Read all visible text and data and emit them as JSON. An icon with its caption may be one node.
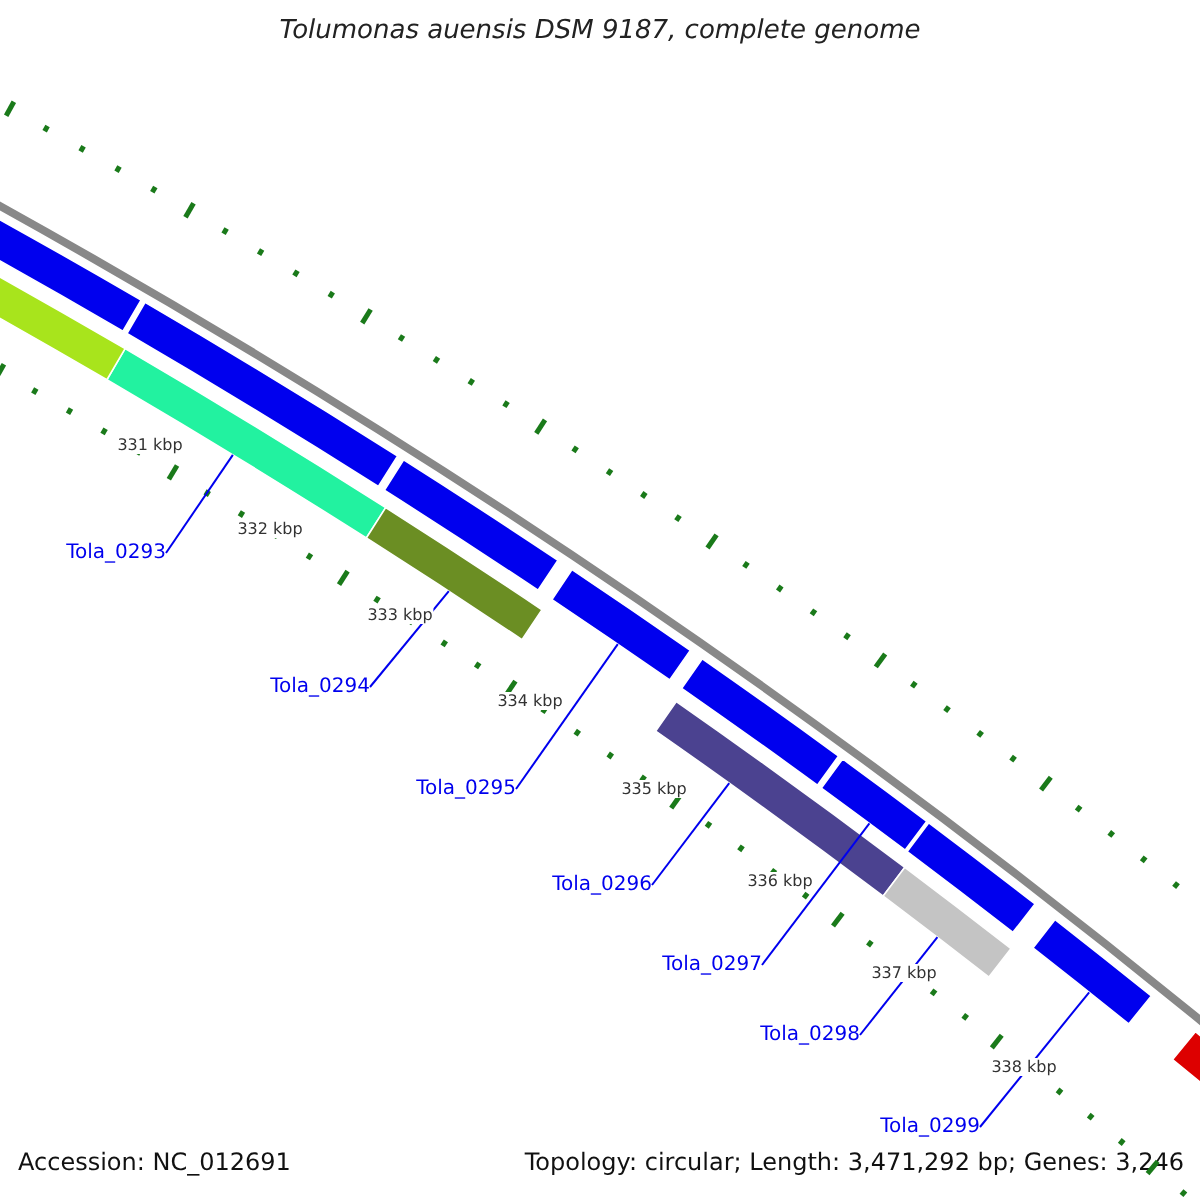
{
  "diagram": {
    "title": "Tolumonas auensis DSM 9187, complete genome",
    "nodes": [
      {
        "text": [
          "Tola_0293"
        ]
      },
      {
        "text": [
          "Tola_0294"
        ]
      },
      {
        "text": [
          "Tola_0295"
        ]
      },
      {
        "text": [
          "Tola_0296"
        ]
      },
      {
        "text": [
          "Tola_0297"
        ]
      },
      {
        "text": [
          "Tola_0298"
        ]
      },
      {
        "text": [
          "Tola_0299"
        ]
      },
      {
        "text": [],
        "shape": "bar"
      },
      {
        "text": [],
        "shape": "bar"
      },
      {
        "text": [],
        "shape": "bar"
      },
      {
        "text": [],
        "shape": "bar"
      },
      {
        "text": [],
        "shape": "bar"
      },
      {
        "text": [],
        "shape": "bar"
      },
      {
        "text": [],
        "shape": "bar"
      },
      {
        "text": [],
        "shape": "bar"
      },
      {
        "text": [],
        "shape": "bar"
      },
      {
        "text": [],
        "shape": "bar"
      },
      {
        "text": [],
        "shape": "bar"
      },
      {
        "text": [],
        "shape": "bar"
      },
      {
        "text": [],
        "shape": "bar"
      },
      {
        "text": [],
        "shape": "bar"
      }
    ],
    "edges": [
      {
        "from": 0,
        "to": 7,
        "arrow": "none"
      },
      {
        "from": 1,
        "to": 8,
        "arrow": "none"
      },
      {
        "from": 2,
        "to": 9,
        "arrow": "none"
      },
      {
        "from": 3,
        "to": 10,
        "arrow": "none"
      },
      {
        "from": 4,
        "to": 11,
        "arrow": "none"
      },
      {
        "from": 5,
        "to": 12,
        "arrow": "none"
      },
      {
        "from": 6,
        "to": 13,
        "arrow": "none"
      }
    ],
    "labels": [
      "331 kbp",
      "332 kbp",
      "333 kbp",
      "334 kbp",
      "335 kbp",
      "336 kbp",
      "337 kbp",
      "338 kbp",
      "Accession: NC_012691",
      "Topology: circular; Length: 3,471,292 bp; Genes: 3,246"
    ]
  }
}
